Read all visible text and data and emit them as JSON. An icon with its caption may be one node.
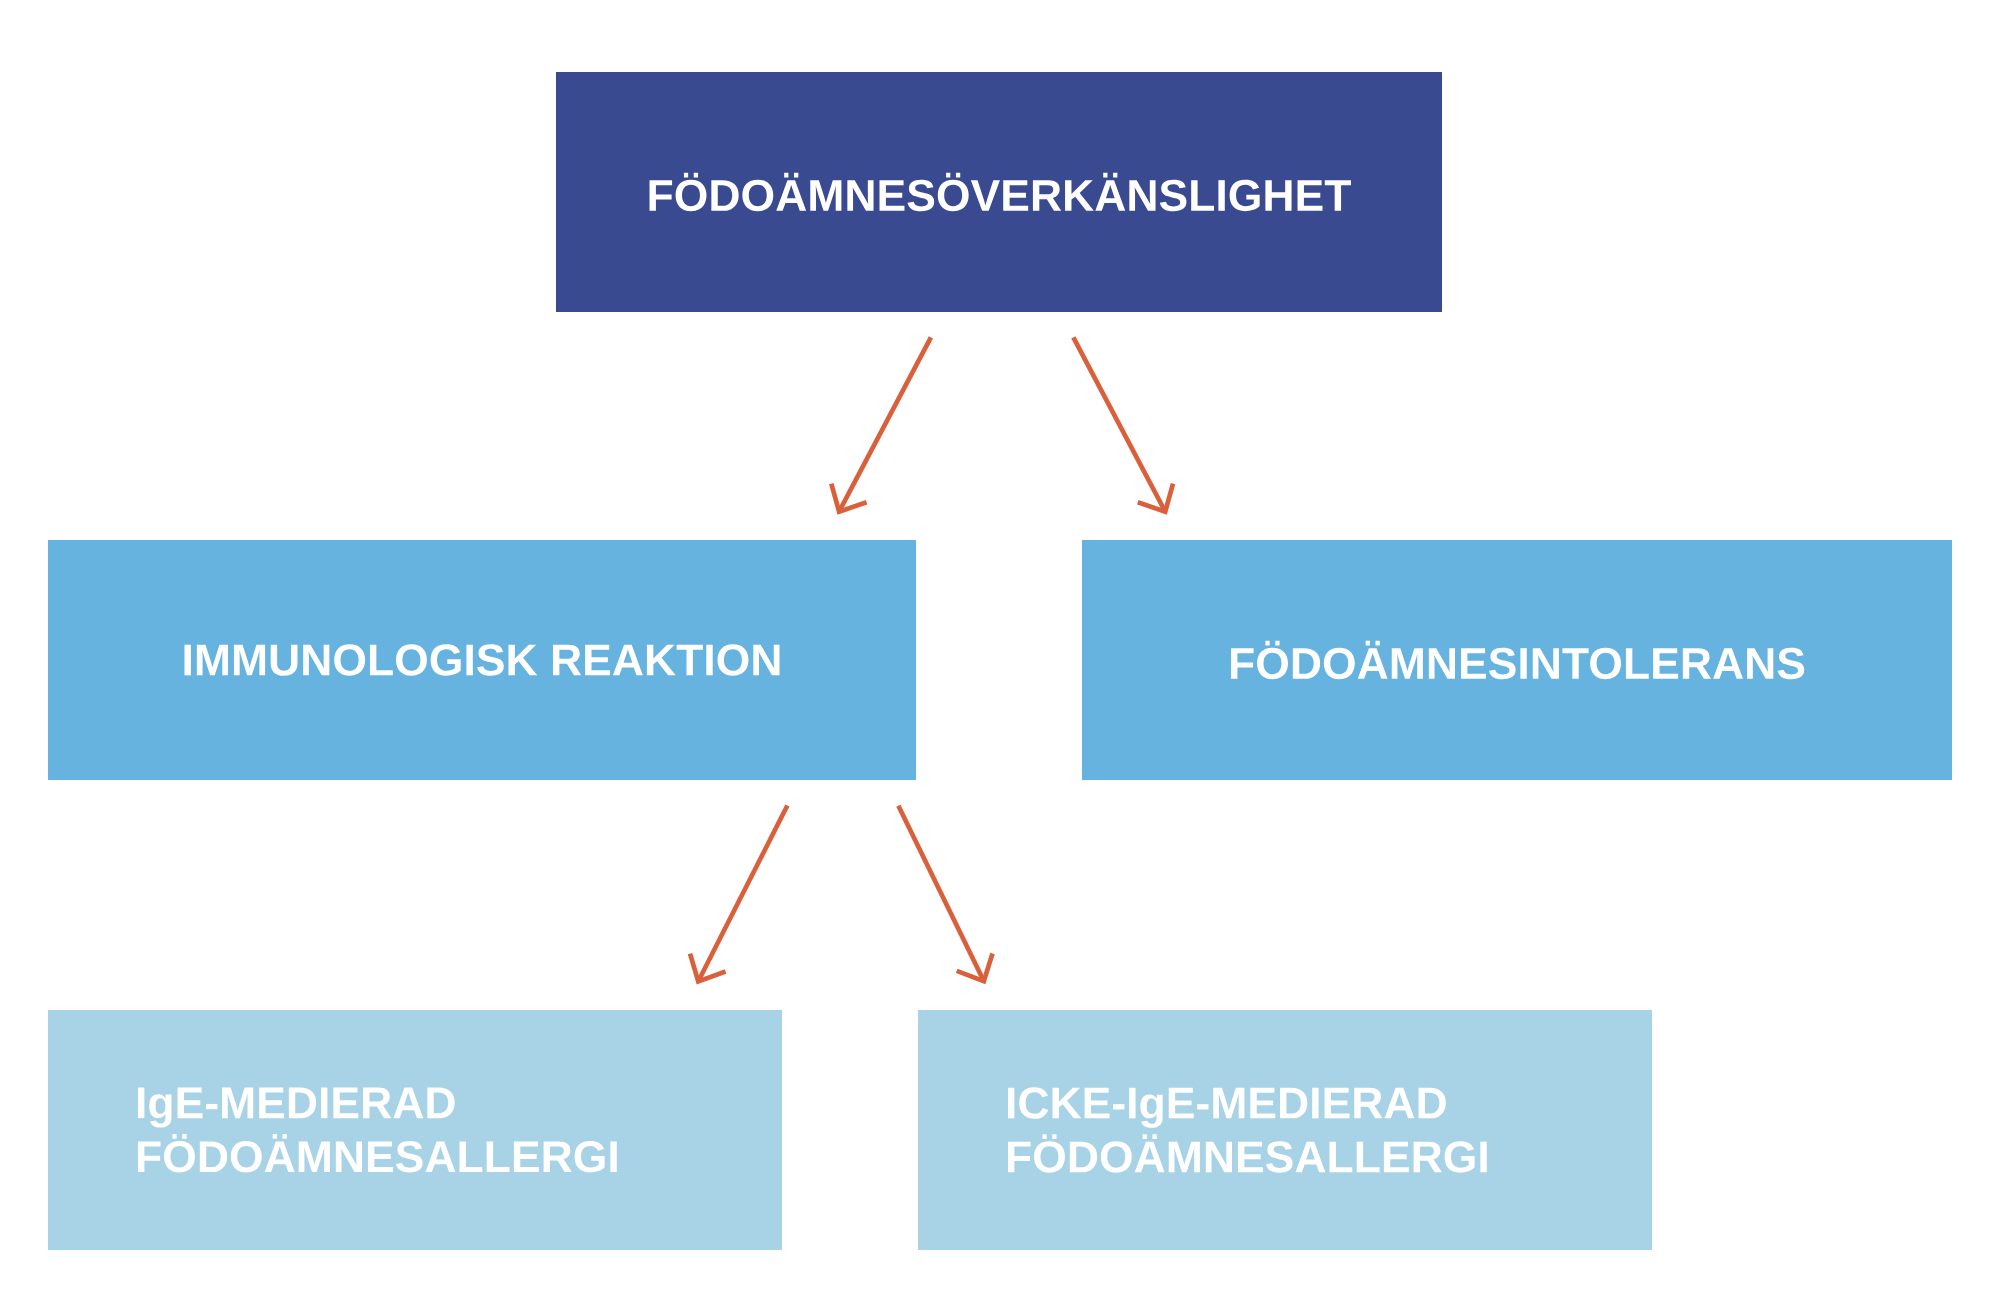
{
  "diagram": {
    "nodes": [
      {
        "text": [
          "FÖDOÄMNESÖVERKÄNSLIGHET"
        ]
      },
      {
        "text": [
          "IMMUNOLOGISK REAKTION"
        ]
      },
      {
        "text": [
          "FÖDOÄMNESINTOLERANS"
        ]
      },
      {
        "text": [
          "IgE-MEDIERAD FÖDOÄMNESALLERGI"
        ]
      },
      {
        "text": [
          "ICKE-IgE-MEDIERAD FÖDOÄMNESALLERGI"
        ]
      }
    ],
    "edges": [
      {
        "from": 0,
        "to": 1,
        "arrow": "to"
      },
      {
        "from": 0,
        "to": 2,
        "arrow": "to"
      },
      {
        "from": 1,
        "to": 3,
        "arrow": "to"
      },
      {
        "from": 1,
        "to": 4,
        "arrow": "to"
      }
    ]
  }
}
